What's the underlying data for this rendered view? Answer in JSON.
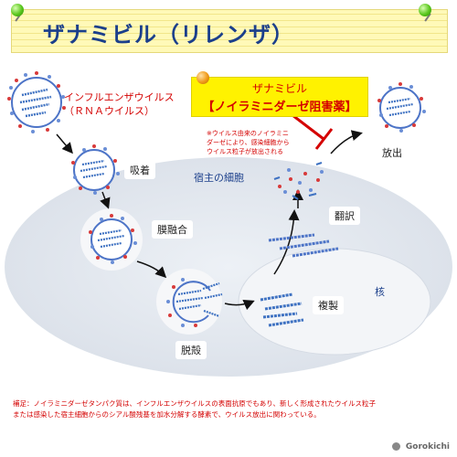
{
  "header": {
    "title": "ザナミビル（リレンザ）"
  },
  "drug": {
    "name": "ザナミビル",
    "class": "【ノイラミニダーゼ阻害薬】"
  },
  "note": {
    "line1": "※ウイルス由来のノイラミニ",
    "line2": "ダーゼにより、感染細胞から",
    "line3": "ウイルス粒子が放出される"
  },
  "labels": {
    "virus_line1": "インフルエンザウイルス",
    "virus_line2": "（ＲＮＡウイルス）",
    "adsorption": "吸着",
    "host_cell": "宿主の細胞",
    "membrane_fusion": "膜融合",
    "uncoating": "脱殻",
    "replication": "複製",
    "nucleus": "核",
    "translation": "翻訳",
    "release": "放出"
  },
  "footer": {
    "line1": "補足：ノイラミニダーゼタンパク質は、インフルエンザウイルスの表面抗原でもあり、新しく形成されたウイルス粒子",
    "line2": "または感染した宿主細胞からのシアル酸残基を加水分解する酵素で、ウイルス放出に関わっている。"
  },
  "logo": {
    "text": "Gorokichi"
  },
  "colors": {
    "inhibitor": "#d40000",
    "drug_box": "#fff200",
    "cell": "#e3e8ef",
    "nucleus": "#f1f3f6",
    "virus_ring": "#4d74c7",
    "rna": "#3f72c2",
    "title": "#1b3f8b"
  },
  "icons": {
    "title_pins": "green-pushpin",
    "drug_pin": "orange-pushpin",
    "inhibition": "t-bar-inhibition-symbol"
  }
}
